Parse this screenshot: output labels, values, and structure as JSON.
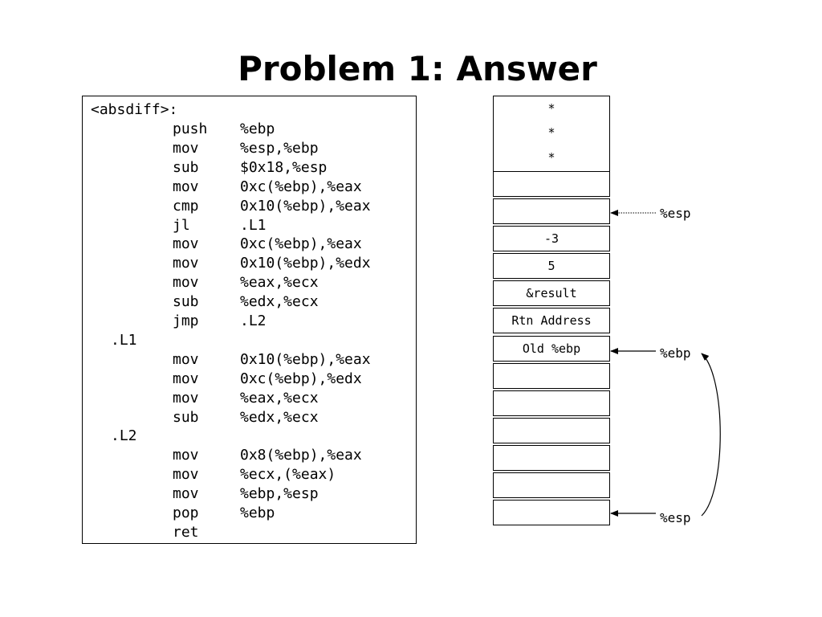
{
  "slide": {
    "title": "Problem 1: Answer"
  },
  "code": {
    "header": "<absdiff>:",
    "lines": [
      {
        "kind": "instr",
        "op": "push",
        "arg": "%ebp"
      },
      {
        "kind": "instr",
        "op": "mov",
        "arg": "%esp,%ebp"
      },
      {
        "kind": "instr",
        "op": "sub",
        "arg": "$0x18,%esp"
      },
      {
        "kind": "instr",
        "op": "mov",
        "arg": "0xc(%ebp),%eax"
      },
      {
        "kind": "instr",
        "op": "cmp",
        "arg": "0x10(%ebp),%eax"
      },
      {
        "kind": "instr",
        "op": "jl",
        "arg": ".L1"
      },
      {
        "kind": "instr",
        "op": "mov",
        "arg": "0xc(%ebp),%eax"
      },
      {
        "kind": "instr",
        "op": "mov",
        "arg": "0x10(%ebp),%edx"
      },
      {
        "kind": "instr",
        "op": "mov",
        "arg": "%eax,%ecx"
      },
      {
        "kind": "instr",
        "op": "sub",
        "arg": "%edx,%ecx"
      },
      {
        "kind": "instr",
        "op": "jmp",
        "arg": ".L2"
      },
      {
        "kind": "label",
        "text": ".L1"
      },
      {
        "kind": "instr",
        "op": "mov",
        "arg": "0x10(%ebp),%eax"
      },
      {
        "kind": "instr",
        "op": "mov",
        "arg": "0xc(%ebp),%edx"
      },
      {
        "kind": "instr",
        "op": "mov",
        "arg": "%eax,%ecx"
      },
      {
        "kind": "instr",
        "op": "sub",
        "arg": "%edx,%ecx"
      },
      {
        "kind": "label",
        "text": ".L2"
      },
      {
        "kind": "instr",
        "op": "mov",
        "arg": "0x8(%ebp),%eax"
      },
      {
        "kind": "instr",
        "op": "mov",
        "arg": "%ecx,(%eax)"
      },
      {
        "kind": "instr",
        "op": "mov",
        "arg": "%ebp,%esp"
      },
      {
        "kind": "instr",
        "op": "pop",
        "arg": "%ebp"
      },
      {
        "kind": "instr",
        "op": "ret",
        "arg": ""
      }
    ]
  },
  "stack": {
    "top_marks": [
      "*",
      "*",
      "*"
    ],
    "cells": [
      "",
      "",
      "-3",
      "5",
      "&result",
      "Rtn Address",
      "Old %ebp",
      "",
      "",
      "",
      "",
      "",
      ""
    ]
  },
  "pointers": {
    "esp_dotted": "%esp",
    "ebp": "%ebp",
    "esp_bottom": "%esp"
  }
}
